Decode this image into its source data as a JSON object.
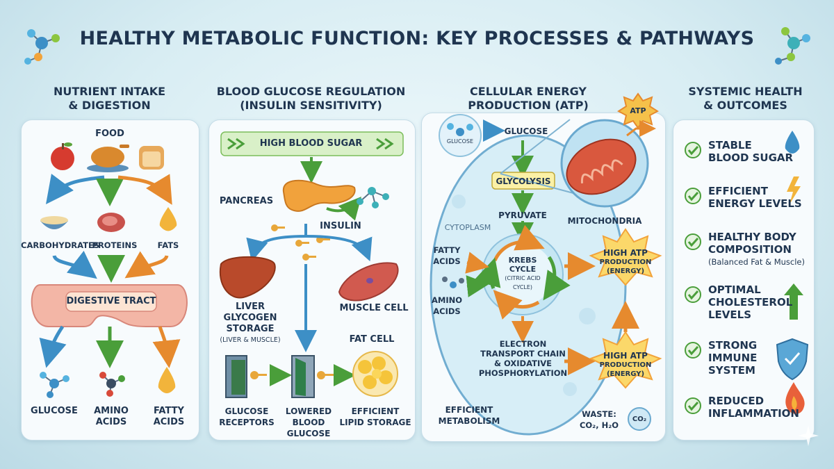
{
  "title": "HEALTHY METABOLIC FUNCTION: KEY PROCESSES & PATHWAYS",
  "columns": {
    "c1": {
      "line1": "NUTRIENT INTAKE",
      "line2": "& DIGESTION"
    },
    "c2": {
      "line1": "BLOOD GLUCOSE REGULATION",
      "line2": "(INSULIN SENSITIVITY)"
    },
    "c3": {
      "line1": "CELLULAR ENERGY",
      "line2": "PRODUCTION (ATP)"
    },
    "c4": {
      "line1": "SYSTEMIC HEALTH",
      "line2": "& OUTCOMES"
    }
  },
  "digestion": {
    "food": "FOOD",
    "carbs": "CARBOHYDRATES",
    "proteins": "PROTEINS",
    "fats": "FATS",
    "tract": "DIGESTIVE TRACT",
    "glucose": "GLUCOSE",
    "amino1": "AMINO",
    "amino2": "ACIDS",
    "fatty1": "FATTY",
    "fatty2": "ACIDS"
  },
  "glucose_reg": {
    "high_sugar": "HIGH BLOOD SUGAR",
    "pancreas": "PANCREAS",
    "insulin": "INSULIN",
    "liver1": "LIVER",
    "liver2": "GLYCOGEN",
    "liver3": "STORAGE",
    "liver4": "(LIVER & MUSCLE)",
    "muscle": "MUSCLE CELL",
    "fat_cell": "FAT CELL",
    "receptors1": "GLUCOSE",
    "receptors2": "RECEPTORS",
    "lowered1": "LOWERED",
    "lowered2": "BLOOD",
    "lowered3": "GLUCOSE",
    "lipid1": "EFFICIENT",
    "lipid2": "LIPID STORAGE"
  },
  "energy": {
    "glucose_mol": "GLUCOSE",
    "glucose": "GLUCOSE",
    "atp": "ATP",
    "glycolysis": "GLYCOLYSIS",
    "pyruvate": "PYRUVATE",
    "cytoplasm": "CYTOPLASM",
    "mitochondria": "MITOCHONDRIA",
    "fatty1": "FATTY",
    "fatty2": "ACIDS",
    "amino1": "AMINO",
    "amino2": "ACIDS",
    "krebs1": "KREBS",
    "krebs2": "CYCLE",
    "krebs3": "(CITRIC ACID",
    "krebs4": "CYCLE)",
    "high_atp1": "HIGH ATP",
    "production": "PRODUCTION",
    "energy_lbl": "(ENERGY)",
    "etc1": "ELECTRON",
    "etc2": "TRANSPORT CHAIN",
    "etc3": "& OXIDATIVE",
    "etc4": "PHOSPHORYLATION",
    "efficient1": "EFFICIENT",
    "efficient2": "METABOLISM",
    "waste1": "WASTE:",
    "waste2": "CO₂, H₂O",
    "co2": "CO₂"
  },
  "outcomes": [
    {
      "line1": "STABLE",
      "line2": "BLOOD SUGAR",
      "sub": ""
    },
    {
      "line1": "EFFICIENT",
      "line2": "ENERGY LEVELS",
      "sub": ""
    },
    {
      "line1": "HEALTHY BODY",
      "line2": "COMPOSITION",
      "sub": "(Balanced Fat & Muscle)"
    },
    {
      "line1": "OPTIMAL",
      "line2": "CHOLESTEROL",
      "line3": "LEVELS",
      "sub": ""
    },
    {
      "line1": "STRONG",
      "line2": "IMMUNE",
      "line3": "SYSTEM",
      "sub": ""
    },
    {
      "line1": "REDUCED",
      "line2": "INFLAMMATION",
      "sub": ""
    }
  ],
  "colors": {
    "green": "#4a9e3a",
    "blue": "#3d8fc6",
    "orange": "#e68a2e",
    "navy": "#1f3550"
  }
}
